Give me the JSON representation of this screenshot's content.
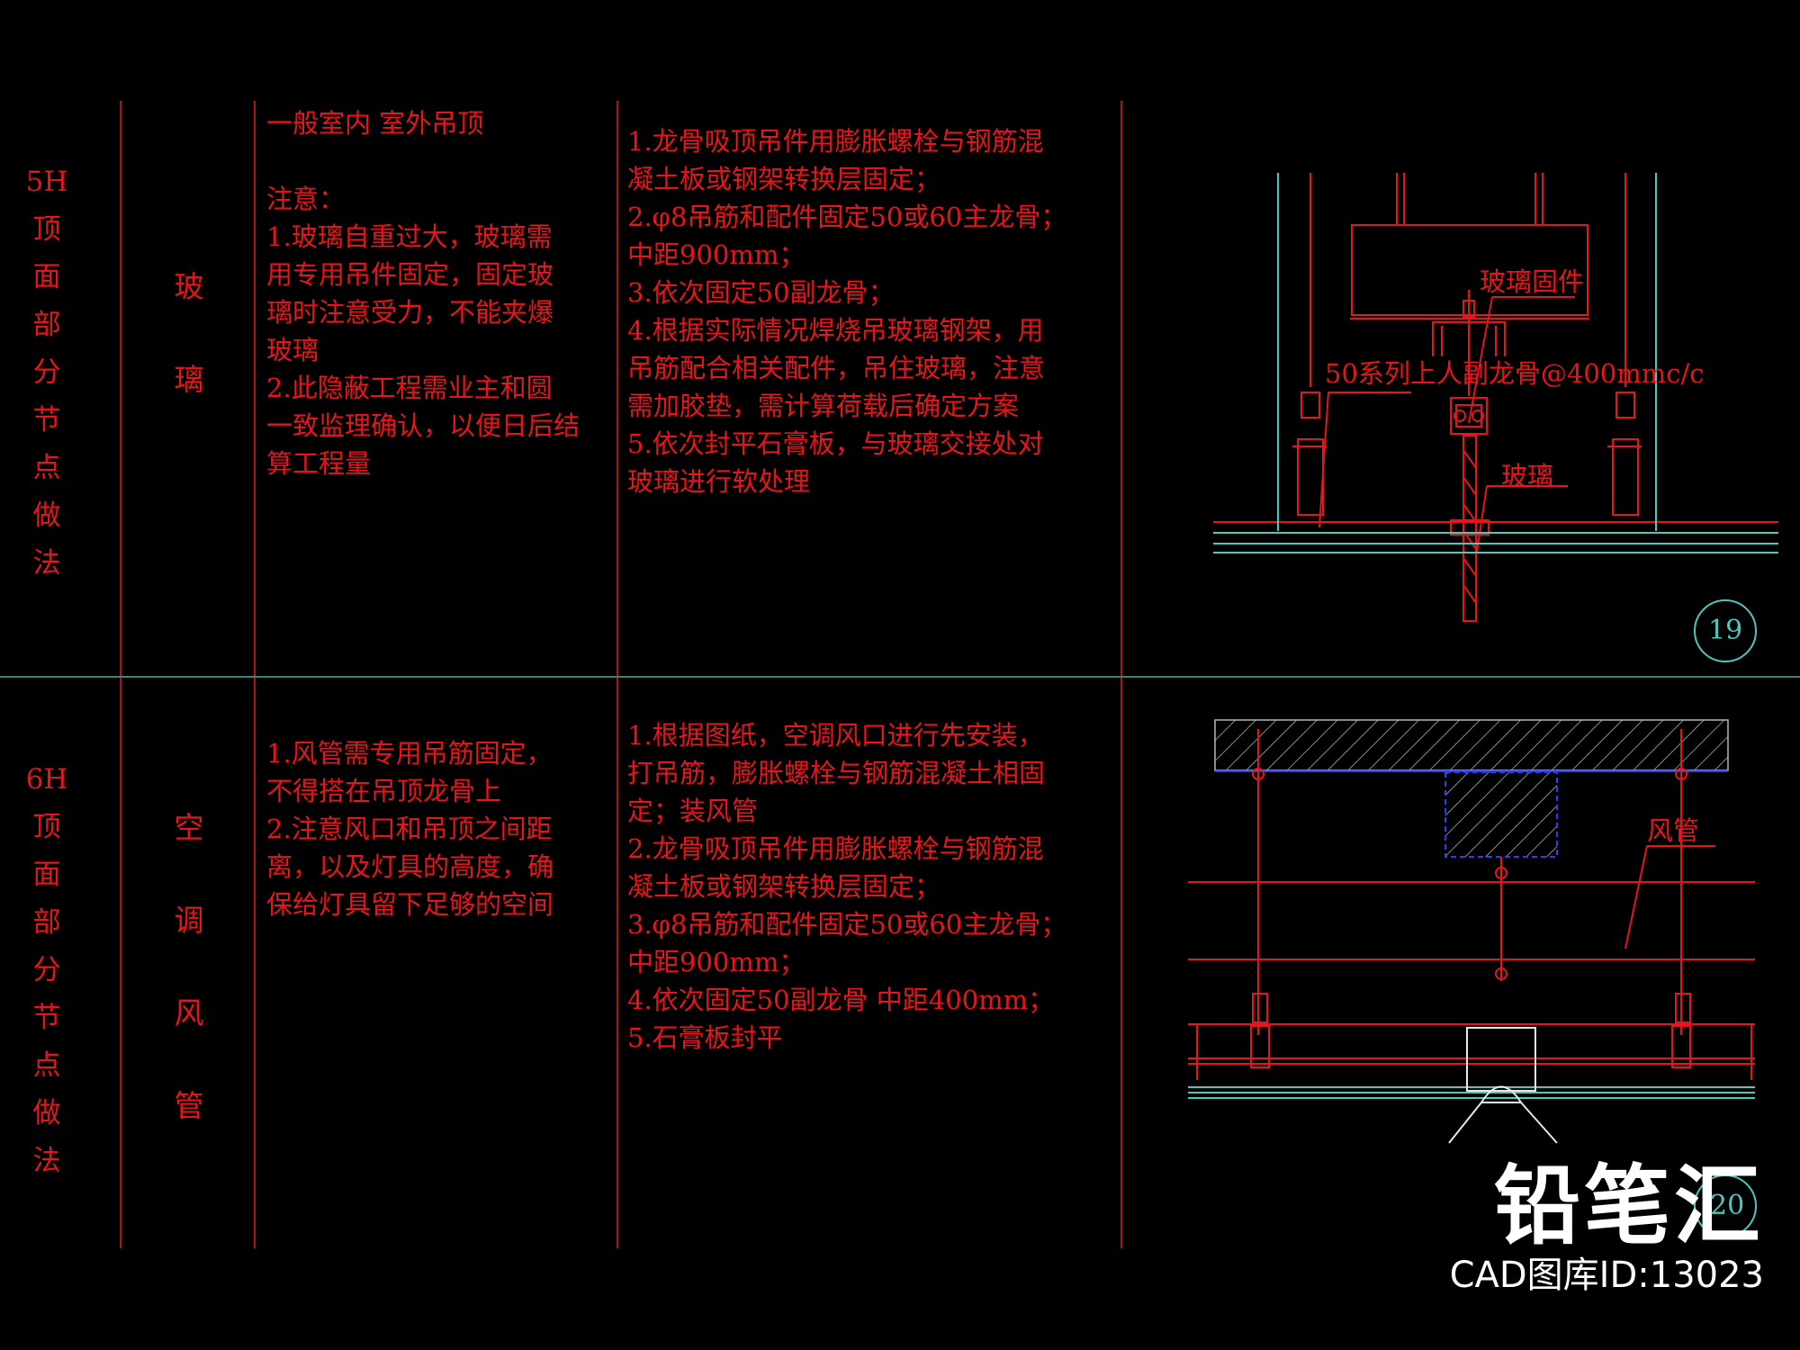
{
  "colors": {
    "background": "#000000",
    "red": "#e8141c",
    "divider": "#1f8f86",
    "cyan": "#49c9c0",
    "blue": "#2b3cff"
  },
  "row1": {
    "category": [
      "5H",
      "顶",
      "面",
      "部",
      "分",
      "节",
      "点",
      "做",
      "法"
    ],
    "material": [
      "玻",
      "璃"
    ],
    "notes": "一般室内 室外吊顶\n\n注意：\n1.玻璃自重过大，玻璃需\n用专用吊件固定，固定玻\n璃时注意受力，不能夹爆\n玻璃\n2.此隐蔽工程需业主和圆\n一致监理确认，以便日后结\n算工程量",
    "method": "1.龙骨吸顶吊件用膨胀螺栓与钢筋混\n凝土板或钢架转换层固定；\n2.φ8吊筋和配件固定50或60主龙骨；\n中距900mm；\n3.依次固定50副龙骨；\n4.根据实际情况焊烧吊玻璃钢架，用\n吊筋配合相关配件，吊住玻璃，注意\n需加胶垫，需计算荷载后确定方案\n5.依次封平石膏板，与玻璃交接处对\n玻璃进行软处理",
    "labels": {
      "fixing": "玻璃固件",
      "keel": "50系列上人副龙骨@400mmc/c",
      "glass": "玻璃"
    },
    "number": "19"
  },
  "row2": {
    "category": [
      "6H",
      "顶",
      "面",
      "部",
      "分",
      "节",
      "点",
      "做",
      "法"
    ],
    "material": [
      "空",
      "调",
      "风",
      "管"
    ],
    "notes": "1.风管需专用吊筋固定，\n不得搭在吊顶龙骨上\n2.注意风口和吊顶之间距\n离，以及灯具的高度，确\n保给灯具留下足够的空间",
    "method": "1.根据图纸，空调风口进行先安装，\n打吊筋，膨胀螺栓与钢筋混凝土相固\n定；装风管\n2.龙骨吸顶吊件用膨胀螺栓与钢筋混\n凝土板或钢架转换层固定；\n3.φ8吊筋和配件固定50或60主龙骨；\n中距900mm；\n4.依次固定50副龙骨 中距400mm；\n5.石膏板封平",
    "labels": {
      "duct": "风管"
    },
    "number": "20"
  },
  "watermark": {
    "brand": "铅笔汇",
    "library_id": "CAD图库ID:13023"
  }
}
